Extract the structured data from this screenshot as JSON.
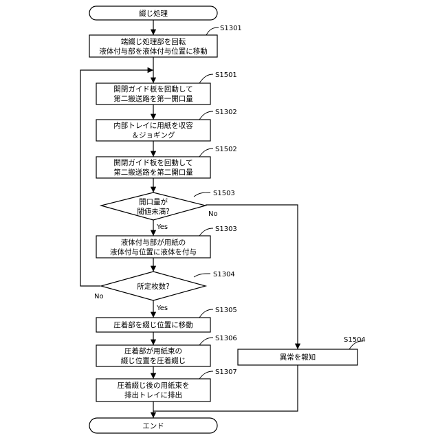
{
  "nodes": {
    "start": {
      "text": "綴じ処理"
    },
    "s1301": {
      "label": "S1301",
      "line1": "端綴じ処理部を回転",
      "line2": "液体付与部を液体付与位置に移動"
    },
    "s1501": {
      "label": "S1501",
      "line1": "開閉ガイド板を回動して",
      "line2": "第二搬送路を第一開口量"
    },
    "s1302": {
      "label": "S1302",
      "line1": "内部トレイに用紙を収容",
      "line2": "＆ジョギング"
    },
    "s1502": {
      "label": "S1502",
      "line1": "開閉ガイド板を回動して",
      "line2": "第二搬送路を第二開口量"
    },
    "s1503": {
      "label": "S1503",
      "line1": "開口量が",
      "line2": "閾値未満?",
      "yes": "Yes",
      "no": "No"
    },
    "s1303": {
      "label": "S1303",
      "line1": "液体付与部が用紙の",
      "line2": "液体付与位置に液体を付与"
    },
    "s1304": {
      "label": "S1304",
      "line1": "所定枚数?",
      "yes": "Yes",
      "no": "No"
    },
    "s1305": {
      "label": "S1305",
      "line1": "圧着部を綴じ位置に移動"
    },
    "s1306": {
      "label": "S1306",
      "line1": "圧着部が用紙束の",
      "line2": "綴じ位置を圧着綴じ"
    },
    "s1307": {
      "label": "S1307",
      "line1": "圧着綴じ後の用紙束を",
      "line2": "排出トレイに排出"
    },
    "s1504": {
      "label": "S1504",
      "line1": "異常を報知"
    },
    "end": {
      "text": "エンド"
    }
  }
}
